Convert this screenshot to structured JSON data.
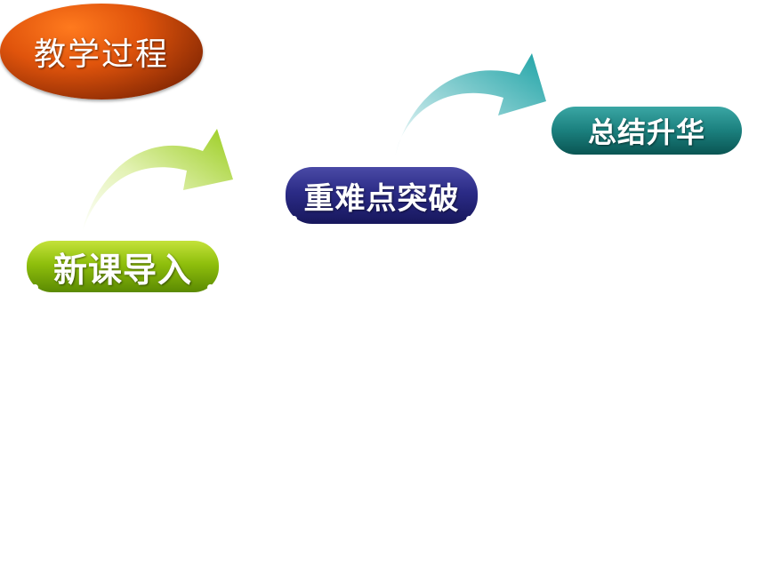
{
  "title": {
    "label": "教学过程"
  },
  "steps": [
    {
      "label": "新课导入"
    },
    {
      "label": "重难点突破"
    },
    {
      "label": "总结升华"
    }
  ],
  "colors": {
    "title_oval": "#c6440a",
    "step_1": "#8fbf0c",
    "step_2": "#2b2b86",
    "step_3": "#1b807e",
    "arrow_1": "#9bcd20",
    "arrow_2": "#1fa3a6"
  }
}
